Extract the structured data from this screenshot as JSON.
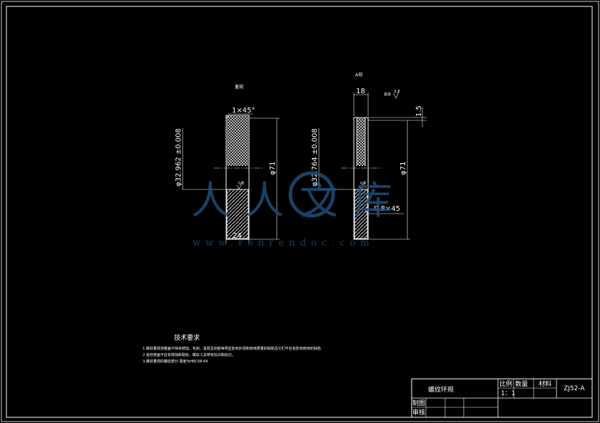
{
  "views": {
    "left": {
      "label": "量规",
      "chamfer": "1×45°",
      "diameter_vertical": "φ32.962 ±0.008",
      "outer_diameter": "φ71",
      "width": "24",
      "roughness": "0.8"
    },
    "right": {
      "label": "A视",
      "width_top": "18",
      "roughness_note": "其余",
      "roughness_all": "3.2",
      "height_small": "1.5",
      "diameter_vertical": "φ32.764 ±0.008",
      "outer_diameter": "φ71",
      "chamfer": "0.8×45",
      "roughness": "0.8"
    }
  },
  "watermark": {
    "text": "人人文库",
    "url": "www.renrendoc.com"
  },
  "requirements": {
    "title": "技术要求",
    "items": [
      "1 螺纹量规测量面不得有锈蚀、毛刺、黑斑及划痕等明显影响外观和使用质量的缺陷及它们不应有影响使用的缺陷",
      "2 其他表面不应有锈蚀和裂纹，螺纹工具带有标识和标记。",
      "3 螺纹量规的螺纹部分 硬度为HRC58-64"
    ]
  },
  "title_block": {
    "part_name": "螺纹环规",
    "scale_label": "比例",
    "quantity_label": "数量",
    "material_label": "材料",
    "scale_value": "1：1",
    "drawing_number": "ZJ52-A",
    "drawn_label": "制图",
    "checked_label": "审核"
  }
}
